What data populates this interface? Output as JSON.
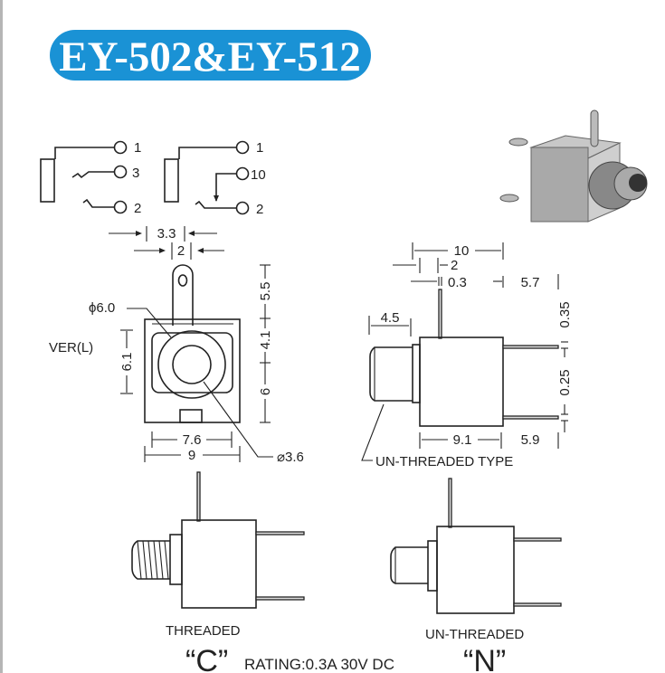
{
  "title": "EY-502&EY-512",
  "colors": {
    "title_bg": "#1a92d5",
    "title_text": "#ffffff",
    "line": "#222222"
  },
  "schematics": [
    {
      "pins": [
        "1",
        "3",
        "2"
      ]
    },
    {
      "pins": [
        "1",
        "10",
        "2"
      ]
    }
  ],
  "front_view": {
    "dims": {
      "top_w1": "3.3",
      "top_w2": "2",
      "hole_outer": "ϕ6.0",
      "hole_inner": "⌀3.6",
      "ver_label": "VER(L)",
      "ver_h": "6.1",
      "h1": "5.5",
      "h2": "4.1",
      "h3": "6",
      "w_inner": "7.6",
      "w_outer": "9"
    }
  },
  "side_view": {
    "dims": {
      "w10": "10",
      "w2": "2",
      "pin_t": "0.3",
      "w57": "5.7",
      "nose": "4.5",
      "d035": "0.35",
      "d025": "0.25",
      "body": "9.1",
      "w59": "5.9"
    },
    "label": "UN-THREADED TYPE"
  },
  "variants": [
    {
      "label": "THREADED",
      "code": "“C”"
    },
    {
      "label": "UN-THREADED",
      "code": "“N”"
    }
  ],
  "rating": "RATING:0.3A 30V DC"
}
